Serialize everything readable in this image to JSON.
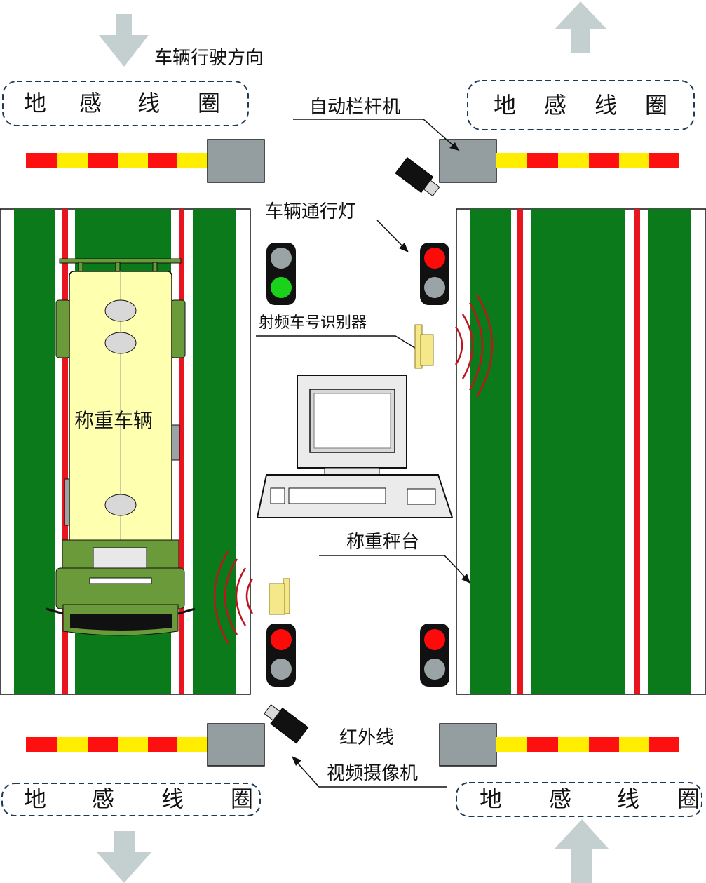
{
  "labels": {
    "direction": "车辆行驶方向",
    "barrier": "自动栏杆机",
    "traffic_light": "车辆通行灯",
    "rfid": "射频车号识别器",
    "vehicle": "称重车辆",
    "platform": "称重秤台",
    "camera_line1": "红外线",
    "camera_line2": "视频摄像机"
  },
  "loops": {
    "top_left": [
      "地",
      "感",
      "线",
      "圈"
    ],
    "top_right": [
      "地",
      "感",
      "线",
      "圈"
    ],
    "bottom_left": [
      "地",
      "感",
      "线",
      "圈"
    ],
    "bottom_right": [
      "地",
      "感",
      "线",
      "圈"
    ]
  },
  "colors": {
    "lane_green": "#0a7a1a",
    "stripe_red": "#e8141e",
    "barrier_yellow": "#ffee00",
    "barrier_red": "#ff1010",
    "box_gray": "#949ea0",
    "arrow_gray": "#c4cfd0",
    "tank_yellow": "#ffffb0",
    "truck_green": "#6b9a3a",
    "light_red": "#ff0a0a",
    "light_green": "#1ad21a",
    "light_off": "#9aa3a6"
  },
  "icons": [
    "arrow-down-icon",
    "arrow-up-icon",
    "traffic-light-icon",
    "camera-icon",
    "computer-icon",
    "rfid-reader-icon",
    "signal-wave-icon"
  ]
}
